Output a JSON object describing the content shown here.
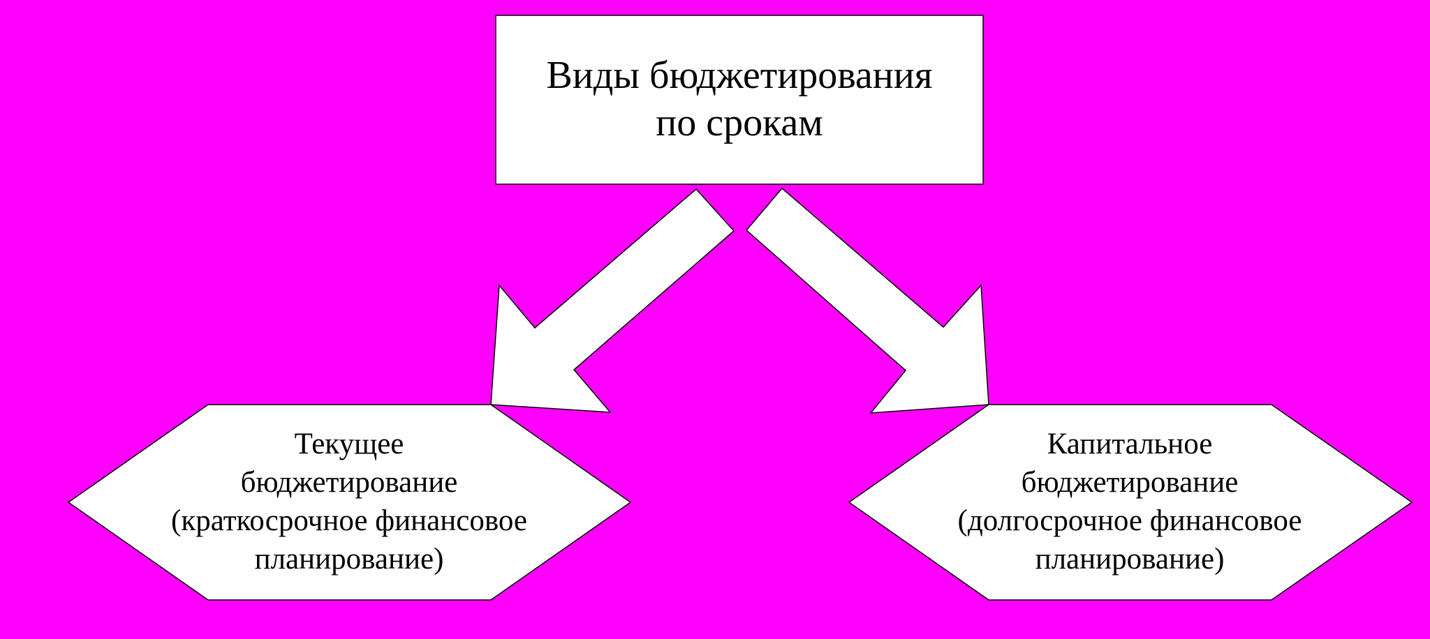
{
  "diagram": {
    "title": "Виды бюджетирования\nпо срокам",
    "left_node": "Текущее\nбюджетирование\n(краткосрочное финансовое\nпланирование)",
    "right_node": "Капитальное\nбюджетирование\n(долгосрочное финансовое\nпланирование)"
  },
  "colors": {
    "background": "#ff00ff",
    "shape_fill": "#ffffff",
    "shape_stroke": "#000000",
    "text": "#000000"
  }
}
